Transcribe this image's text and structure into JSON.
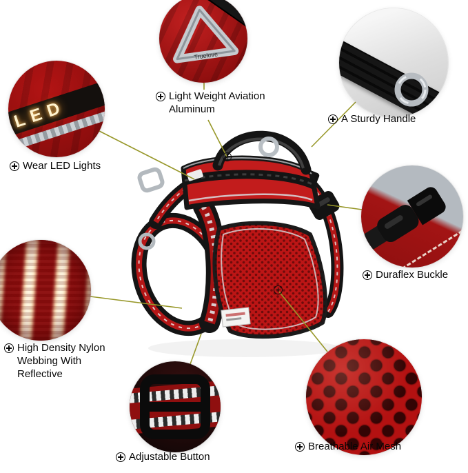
{
  "labels": {
    "aluminum_1": "Light Weight Aviation",
    "aluminum_2": "Aluminum",
    "handle": "A Sturdy Handle",
    "led": "Wear LED Lights",
    "buckle": "Duraflex Buckle",
    "webbing_1": "High Density Nylon",
    "webbing_2": "Webbing With",
    "webbing_3": "Reflective",
    "adjust": "Adjustable Button",
    "mesh": "Breathable Air Mesh"
  },
  "product_text": {
    "triangle_brand": "Truelove",
    "led_strip": "LED"
  },
  "icons": {
    "feature_bullet": "plus-circle",
    "product_marker": "plus-circle"
  },
  "colors": {
    "connector": "#98982a",
    "harness_red": "#c21c1c",
    "mesh_red": "#b31111",
    "strap_black": "#141414",
    "metal_silver": "#b7bcc1"
  }
}
